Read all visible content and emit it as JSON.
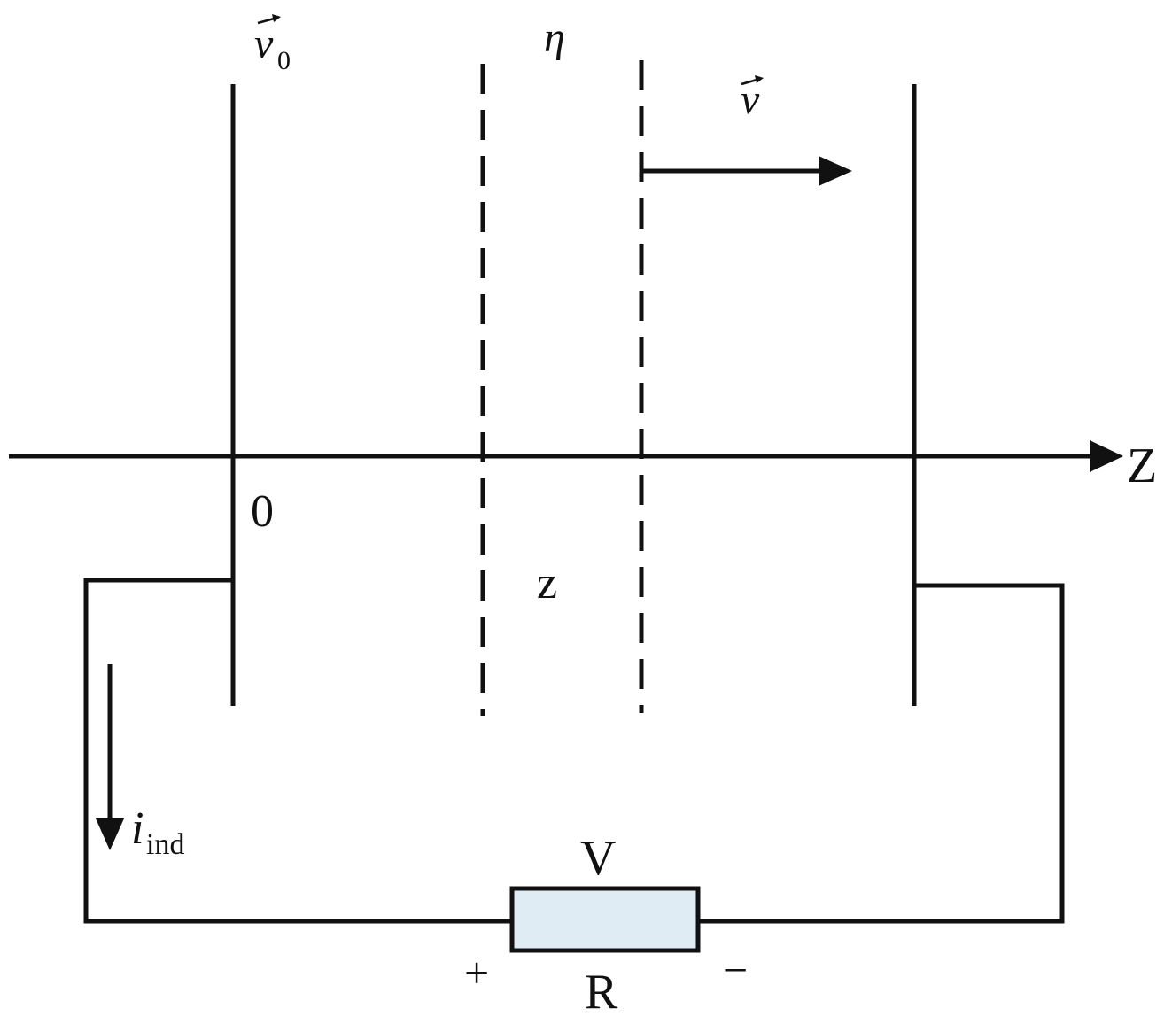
{
  "labels": {
    "v0": "v",
    "v0_sub": "0",
    "eta": "η",
    "v": "v",
    "axis": "Z",
    "origin": "0",
    "z": "z",
    "current": "i",
    "current_sub": "ind",
    "voltage": "V",
    "resistor": "R",
    "plus": "+",
    "minus": "−"
  },
  "colors": {
    "line": "#111111",
    "resistor_fill": "#e0ecf4"
  }
}
